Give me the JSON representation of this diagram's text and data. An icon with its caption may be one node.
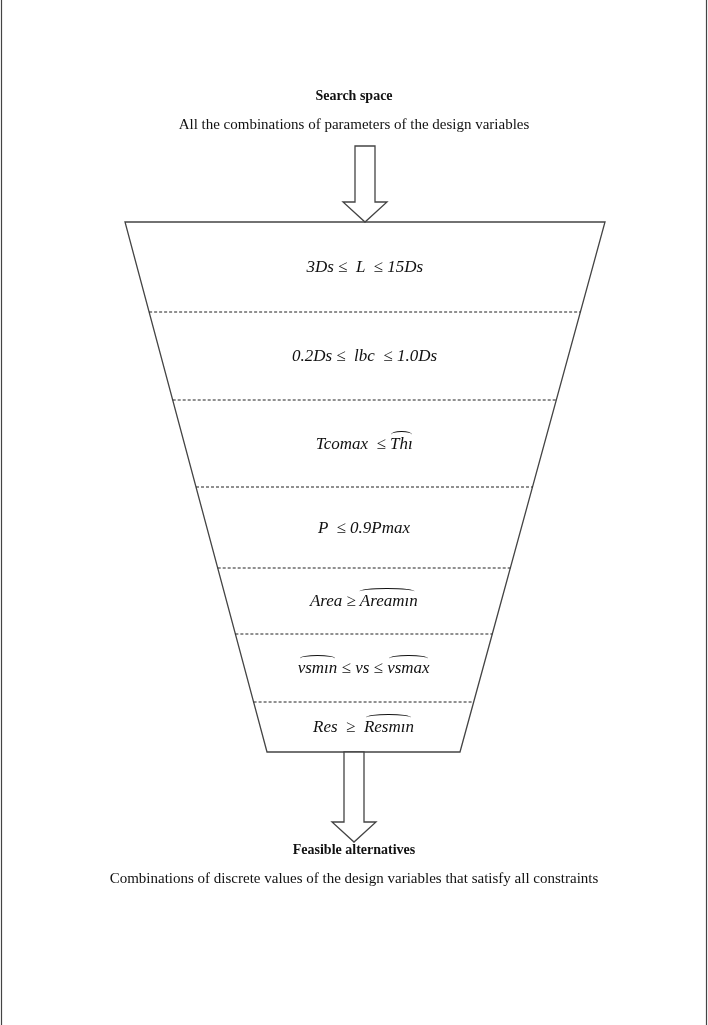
{
  "diagram": {
    "nodes": [
      {
        "text": [
          "Search space",
          "All the combinations of parameters of the design variables"
        ]
      },
      {
        "text": [],
        "shape": "funnel"
      },
      {
        "text": [
          "3Ds ≤  L  ≤ 15Ds"
        ],
        "in": 1
      },
      {
        "text": [
          "0.2Ds ≤  lbc  ≤ 1.0Ds"
        ],
        "in": 1
      },
      {
        "text": [
          "Tcomax  ≤ Thı"
        ],
        "in": 1
      },
      {
        "text": [
          "P  ≤ 0.9Pmax"
        ],
        "in": 1
      },
      {
        "text": [
          "Area ≥ Areamın"
        ],
        "in": 1
      },
      {
        "text": [
          "vsmın ≤ vs ≤ vsmax"
        ],
        "in": 1
      },
      {
        "text": [
          "Res  ≥  Resmın"
        ],
        "in": 1
      },
      {
        "text": [
          "Feasible alternatives",
          "Combinations of discrete values of the design variables that satisfy all constraints"
        ]
      }
    ],
    "edges": [
      {
        "from": 0,
        "to": 1,
        "arrow": "to",
        "style": "thick"
      },
      {
        "from": 1,
        "to": 9,
        "arrow": "to",
        "style": "thick"
      }
    ]
  }
}
